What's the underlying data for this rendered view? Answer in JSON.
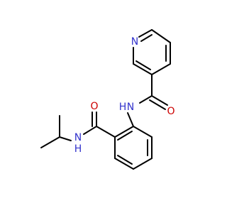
{
  "colors": {
    "bond": "#000000",
    "nitrogen": "#3333cc",
    "oxygen": "#cc0000",
    "background": "#ffffff"
  },
  "atoms": {
    "pyridine_n": {
      "label": "N"
    },
    "amide1_nh": {
      "label": "N",
      "h": "H"
    },
    "amide1_o": {
      "label": "O"
    },
    "amide2_nh": {
      "label": "N",
      "h": "H"
    },
    "amide2_o": {
      "label": "O"
    }
  }
}
